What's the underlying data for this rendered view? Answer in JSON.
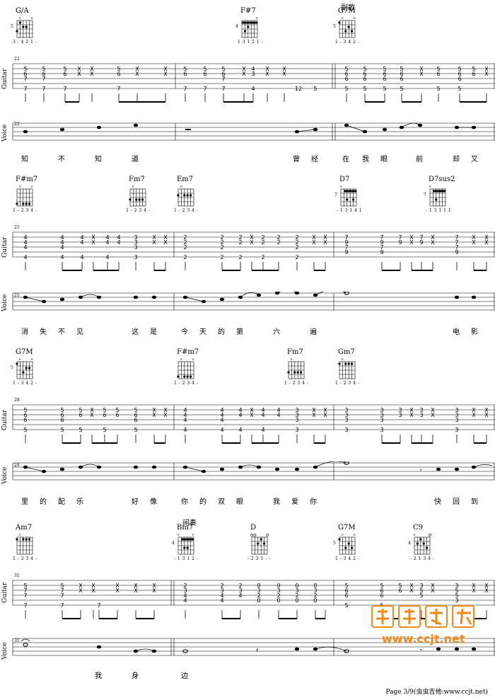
{
  "systems": [
    {
      "measure_numbers": [
        "22",
        "22"
      ],
      "sections": [
        "副歌"
      ],
      "chords": [
        {
          "name": "G/A",
          "fret": "5",
          "fingering": "3 - 4 2 1 -"
        },
        {
          "name": "F#7",
          "fret": "4",
          "fingering": "1 3 1 2 1 -"
        },
        {
          "name": "G7M",
          "fret": "5",
          "fingering": "1 - 3 4 2 -"
        }
      ],
      "lyrics": [
        "知",
        "不",
        "知",
        "道",
        "曾",
        "经",
        "在",
        "我",
        "眼",
        "前",
        "却",
        "又"
      ]
    },
    {
      "measure_numbers": [
        "25",
        "25"
      ],
      "sections": [],
      "chords": [
        {
          "name": "F#m7",
          "fret": "",
          "fingering": "1 - 2 3 4 -"
        },
        {
          "name": "Fm7",
          "fret": "",
          "fingering": "1 - 2 3 4 -"
        },
        {
          "name": "Em7",
          "fret": "",
          "fingering": "1 - 2 3 4 -"
        },
        {
          "name": "D7",
          "fret": "7",
          "fingering": "- 1 3 1 4 1"
        },
        {
          "name": "D7sus2",
          "fret": "7",
          "fingering": "- 1 3 1 1 1"
        }
      ],
      "lyrics": [
        "消",
        "失",
        "不",
        "见",
        "这",
        "是",
        "今",
        "天",
        "的",
        "第",
        "六",
        "遍",
        "电",
        "影"
      ]
    },
    {
      "measure_numbers": [
        "28",
        "28"
      ],
      "sections": [],
      "chords": [
        {
          "name": "G7M",
          "fret": "5",
          "fingering": "1 - 3 4 2 -"
        },
        {
          "name": "F#m7",
          "fret": "",
          "fingering": "1 - 2 3 4 -"
        },
        {
          "name": "Fm7",
          "fret": "",
          "fingering": "1 - 2 3 4 -"
        },
        {
          "name": "Gm7",
          "fret": "",
          "fingering": "1 - 2 3 4 -"
        }
      ],
      "lyrics": [
        "里",
        "的",
        "配",
        "乐",
        "好",
        "像",
        "你",
        "的",
        "双",
        "眼",
        "我",
        "爱",
        "你",
        "快",
        "回",
        "到"
      ]
    },
    {
      "measure_numbers": [
        "31",
        "31"
      ],
      "sections": [
        "间奏"
      ],
      "chords": [
        {
          "name": "Am7",
          "fret": "",
          "fingering": "1 - 2 3 4 -"
        },
        {
          "name": "Bm7",
          "fret": "4",
          "fingering": "- 1 3 1 2 -"
        },
        {
          "name": "D",
          "fret": "",
          "fingering": "- 2 3 1 - -"
        },
        {
          "name": "G7M",
          "fret": "5",
          "fingering": "1 - 3 4 2 -"
        },
        {
          "name": "C9",
          "fret": "4",
          "fingering": "- 2 1 3 4 -"
        }
      ],
      "lyrics": [
        "我",
        "身",
        "边"
      ]
    }
  ],
  "labels": {
    "guitar": "Guitar",
    "voice": "Voice"
  },
  "footer": "Page 3/9(虫虫吉他:www.ccjt.net)",
  "watermark": {
    "site": "www.ccjt.net",
    "color": "#f08a1c"
  }
}
